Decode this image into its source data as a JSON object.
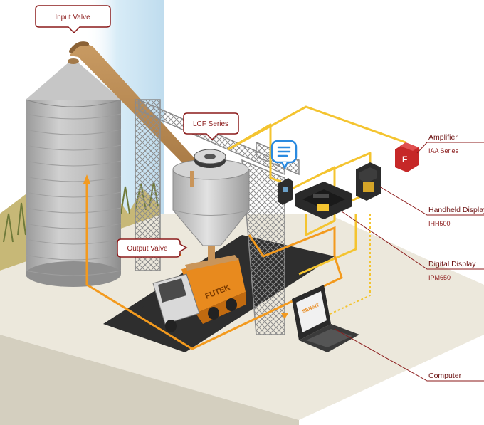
{
  "callouts": {
    "input_valve": "Input Valve",
    "lcf_series": "LCF Series",
    "output_valve": "Output Valve"
  },
  "side_labels": {
    "amplifier": {
      "title": "Amplifier",
      "subtitle": "IAA Series"
    },
    "handheld": {
      "title": "Handheld Display",
      "subtitle": "IHH500"
    },
    "digital": {
      "title": "Digital Display",
      "subtitle": "IPM650"
    },
    "computer": {
      "title": "Computer"
    }
  },
  "brands": {
    "truck": "FUTEK",
    "laptop": "SENSIT"
  },
  "colors": {
    "accent_red": "#8b1a1a",
    "signal_yellow": "#f4c430",
    "signal_orange": "#f39a1e",
    "silo_gray": "#b8b8b8",
    "road": "#2e2e2e",
    "ground": "#ece8dc",
    "grain": "#c9955a"
  },
  "icons": {
    "chat_bubble": "chat-lines-icon",
    "amplifier": "amplifier-device-icon"
  }
}
